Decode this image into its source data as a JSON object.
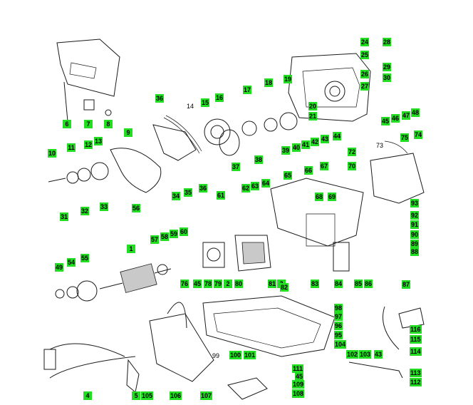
{
  "callouts": [
    "1",
    "2",
    "3",
    "4",
    "5",
    "6",
    "7",
    "8",
    "9",
    "10",
    "11",
    "12",
    "13",
    "14",
    "15",
    "16",
    "17",
    "18",
    "19",
    "20",
    "21",
    "24",
    "25",
    "26",
    "27",
    "28",
    "29",
    "30",
    "31",
    "32",
    "33",
    "34",
    "35",
    "36",
    "37",
    "38",
    "39",
    "40",
    "41",
    "42",
    "43",
    "44",
    "45",
    "46",
    "47",
    "48",
    "49",
    "54",
    "55",
    "56",
    "57",
    "58",
    "59",
    "60",
    "61",
    "62",
    "63",
    "64",
    "65",
    "66",
    "67",
    "68",
    "69",
    "70",
    "72",
    "74",
    "75",
    "76",
    "78",
    "79",
    "80",
    "81",
    "82",
    "83",
    "84",
    "85",
    "86",
    "87",
    "88",
    "89",
    "90",
    "91",
    "92",
    "93",
    "95",
    "96",
    "97",
    "98",
    "99",
    "100",
    "101",
    "102",
    "103",
    "104",
    "105",
    "106",
    "107",
    "108",
    "109",
    "111",
    "112",
    "113",
    "114",
    "115",
    "116"
  ],
  "plain_labels": [
    "14",
    "73",
    "99"
  ]
}
